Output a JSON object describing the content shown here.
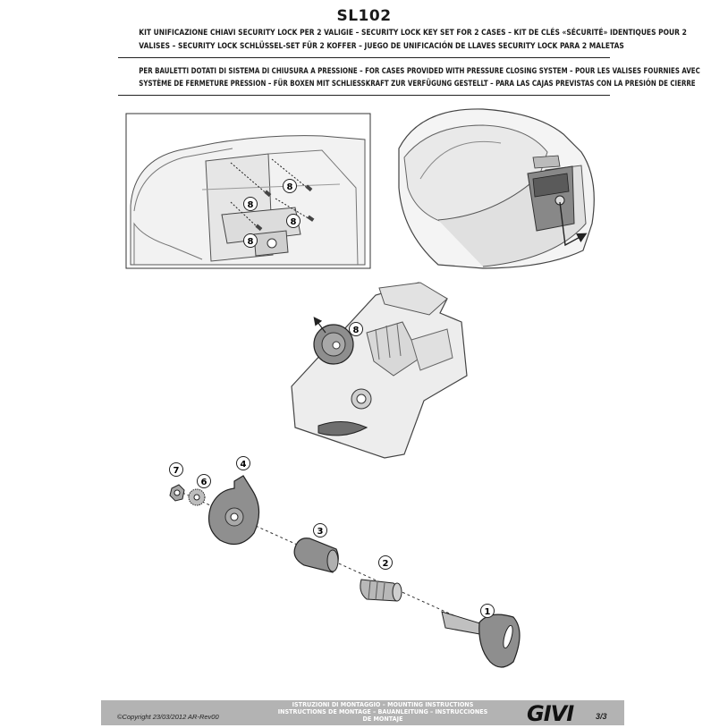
{
  "header": {
    "code": "SL102",
    "subtitle_line1": "KIT UNIFICAZIONE CHIAVI SECURITY LOCK PER 2 VALIGIE – SECURITY LOCK KEY SET FOR 2 CASES – KIT DE CLÉS «SÉCURITÉ» IDENTIQUES POUR 2",
    "subtitle_line2": "VALISES – SECURITY LOCK SCHLÜSSEL-SET FÜR 2 KOFFER – JUEGO DE UNIFICACIÓN DE LLAVES SECURITY LOCK PARA 2 MALETAS"
  },
  "note": {
    "line1": "PER BAULETTI DOTATI DI SISTEMA DI CHIUSURA A PRESSIONE – FOR CASES PROVIDED WITH PRESSURE CLOSING SYSTEM – POUR LES VALISES FOURNIES AVEC",
    "line2": "SYSTÈME DE FERMETURE PRESSION – FÜR BOXEN MIT SCHLIESSKRAFT ZUR VERFÜGUNG GESTELLT – PARA LAS CAJAS PREVISTAS CON LA PRESIÓN DE CIERRE"
  },
  "callouts": {
    "screw_8": "8",
    "key_1": "1",
    "cylinder_2": "2",
    "bushing_3": "3",
    "lock_plate_4": "4",
    "washer_6": "6",
    "nut_7": "7"
  },
  "footer": {
    "copyright": "©Copyright 23/03/2012 AR-Rev00",
    "instructions_line1": "ISTRUZIONI DI MONTAGGIO  –  MOUNTING INSTRUCTIONS",
    "instructions_line2": "INSTRUCTIONS DE MONTAGE – BAUANLEITUNG – INSTRUCCIONES",
    "instructions_line3": "DE MONTAJE",
    "brand": "GIVI",
    "page": "3/3"
  }
}
